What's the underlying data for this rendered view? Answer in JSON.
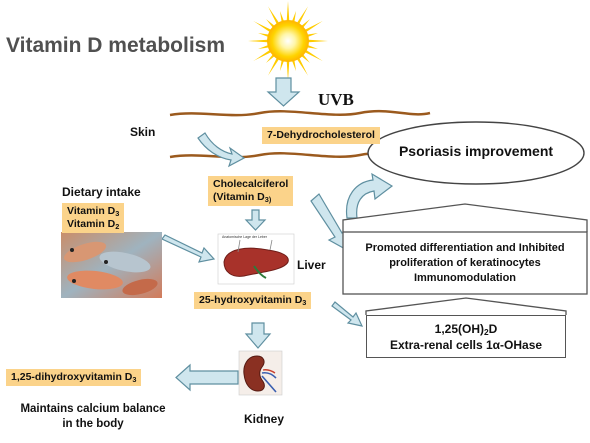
{
  "title": "Vitamin  D metabolism",
  "uvb_label": "UVB",
  "skin_label": "Skin",
  "dehydro_label": "7-Dehydrocholesterol",
  "psoriasis_label": "Psoriasis improvement",
  "dietary": {
    "title": "Dietary intake",
    "item_prefix": "Vitamin D",
    "d3_sub": "3",
    "d2_sub": "2"
  },
  "cholecalciferol": {
    "line1": "Cholecalciferol",
    "line2_prefix": "(Vitamin D",
    "line2_sub": "3)"
  },
  "effects": {
    "line1": "Promoted differentiation and Inhibited",
    "line2": "proliferation of keratinocytes",
    "line3": "Immunomodulation"
  },
  "liver_label": "Liver",
  "liver_figure_caption": "Anatomische Lage der Leber",
  "hydroxy": {
    "prefix": "25-hydroxyvitamin  D",
    "sub": "3"
  },
  "extrarenal": {
    "line1_prefix": "1,25(OH)",
    "line1_sub": "2",
    "line1_suffix": "D",
    "line2": "Extra-renal cells 1α-OHase"
  },
  "dihydroxy": {
    "prefix": "1,25-dihydroxyvitamin  D",
    "sub": "3"
  },
  "maintains": {
    "line1": "Maintains calcium balance",
    "line2": "in the body"
  },
  "kidney_label": "Kidney",
  "colors": {
    "box_fill": "#fbd38a",
    "arrow_fill": "#cfe6ee",
    "arrow_stroke": "#5f8fa0",
    "skin_line": "#9b5a1e",
    "sun": "#ffcc00"
  }
}
